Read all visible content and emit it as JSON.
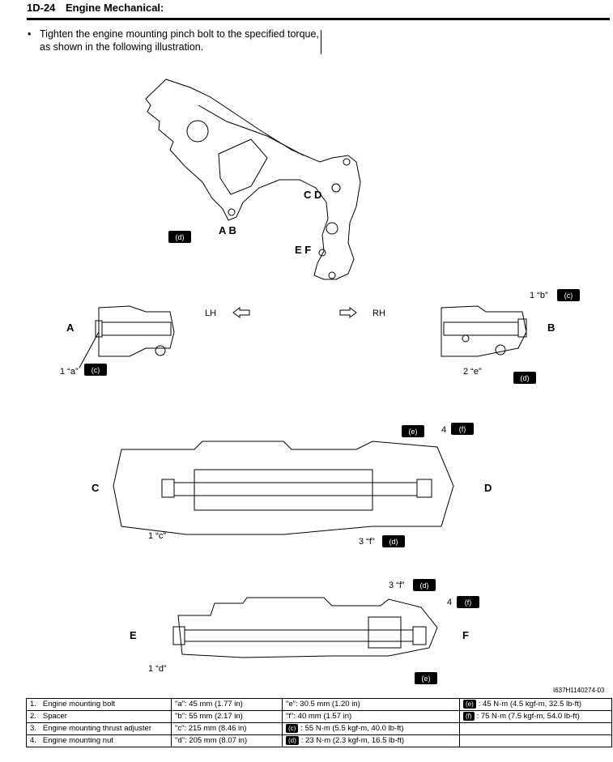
{
  "header": {
    "page": "1D-24",
    "section": "Engine Mechanical:"
  },
  "instruction": {
    "bullet": "•",
    "text": "Tighten the engine mounting pinch bolt to the specified torque, as shown in the following illustration."
  },
  "figure": {
    "frame_labels": {
      "ab": "A B",
      "cd": "C D",
      "ef": "E F"
    },
    "torque_d": "(d)",
    "torque_c": "(c)",
    "torque_e": "(e)",
    "torque_f": "(f)",
    "dir_lh": "LH",
    "dir_rh": "RH",
    "view_a": "A",
    "view_b": "B",
    "view_c": "C",
    "view_d": "D",
    "view_e": "E",
    "view_f": "F",
    "callout_1a": "1 “a”",
    "callout_1b": "1 “b”",
    "callout_2e": "2 “e”",
    "callout_4": "4",
    "callout_1c": "1 “c”",
    "callout_3f": "3 “f”",
    "callout_1d": "1 “d”",
    "ref_code": "I637H1140274-03"
  },
  "spec_table": {
    "rows": [
      {
        "num": "1.",
        "name": "Engine mounting bolt",
        "len": "\"a\":  45 mm (1.77 in)",
        "len2": "\"e\":  30.5 mm (1.20 in)",
        "torque_badge": "(e)",
        "torque": ":  45 N·m (4.5 kgf-m, 32.5 lb-ft)"
      },
      {
        "num": "2.",
        "name": "Spacer",
        "len": "\"b\":  55 mm (2.17 in)",
        "len2": "\"f\":  40 mm (1.57 in)",
        "torque_badge": "(f)",
        "torque": ":  75 N·m (7.5 kgf-m, 54.0 lb-ft)"
      },
      {
        "num": "3.",
        "name": "Engine mounting thrust adjuster",
        "len": "\"c\":  215 mm (8.46 in)",
        "len2_badge": "(c)",
        "len2": ":  55 N·m (5.5 kgf-m, 40.0 lb-ft)",
        "torque_badge": "",
        "torque": ""
      },
      {
        "num": "4.",
        "name": "Engine mounting nut",
        "len": "\"d\":  205 mm (8.07 in)",
        "len2_badge": "(d)",
        "len2": ":  23 N·m (2.3 kgf-m, 16.5 lb-ft)",
        "torque_badge": "",
        "torque": ""
      }
    ]
  }
}
